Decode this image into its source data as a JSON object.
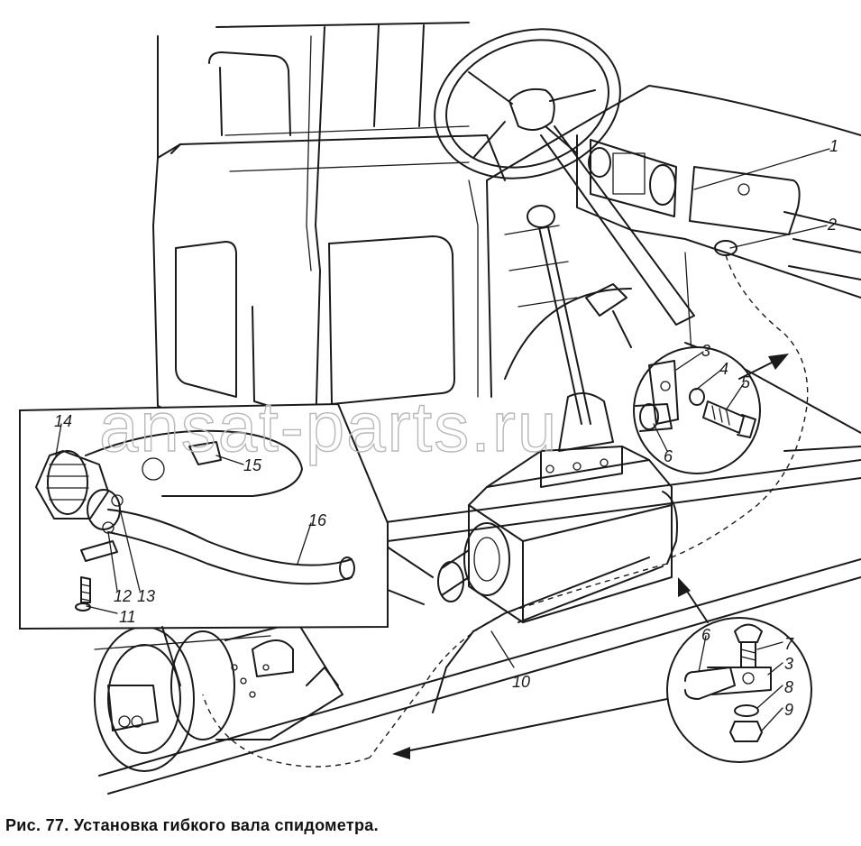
{
  "figure": {
    "caption_label": "Рис. 77.",
    "caption_text": "Установка гибкого вала спидометра.",
    "watermark": "ansat-parts.ru"
  },
  "callouts": {
    "c1": "1",
    "c2": "2",
    "c3a": "3",
    "c4": "4",
    "c5": "5",
    "c6a": "6",
    "c7": "7",
    "c3b": "3",
    "c6b": "6",
    "c8": "8",
    "c9": "9",
    "c10": "10",
    "c11": "11",
    "c12": "12",
    "c13": "13",
    "c14": "14",
    "c15": "15",
    "c16": "16"
  },
  "colors": {
    "ink": "#1a1a1a",
    "watermark": "#b8b8b8",
    "paper": "#ffffff"
  }
}
